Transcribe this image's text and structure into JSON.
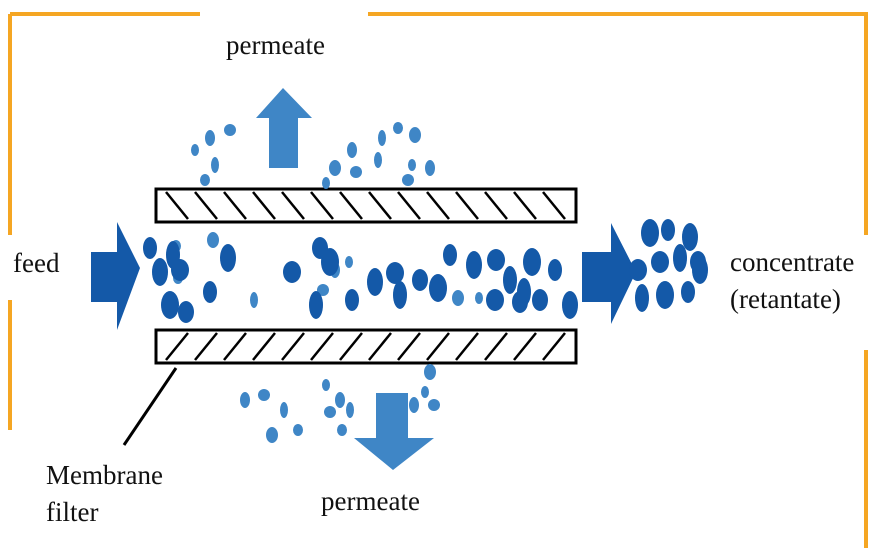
{
  "labels": {
    "permeate_top": "permeate",
    "feed": "feed",
    "concentrate": "concentrate",
    "retentate": "(retantate)",
    "membrane_line1": "Membrane",
    "membrane_line2": "filter",
    "permeate_bottom": "permeate"
  },
  "colors": {
    "frame": "#f5a623",
    "arrow_light": "#3f86c6",
    "arrow_dark": "#1459a8",
    "particle_light": "#3f86c6",
    "particle_dark": "#1459a8",
    "membrane_stroke": "#000000"
  }
}
